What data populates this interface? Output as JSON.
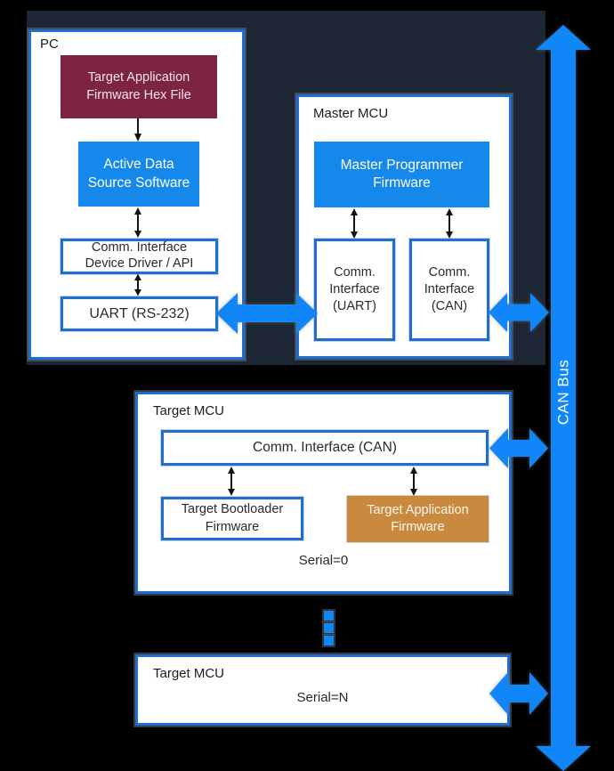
{
  "can_bus": {
    "label": "CAN Bus"
  },
  "pc": {
    "label": "PC",
    "hex_file": "Target Application\nFirmware Hex File",
    "data_source": "Active Data\nSource Software",
    "driver": "Comm. Interface\nDevice Driver / API",
    "uart": "UART (RS-232)"
  },
  "master_mcu": {
    "label": "Master MCU",
    "firmware": "Master Programmer\nFirmware",
    "comm_uart": "Comm.\nInterface\n(UART)",
    "comm_can": "Comm.\nInterface\n(CAN)"
  },
  "target_mcu_0": {
    "label": "Target MCU",
    "comm_can": "Comm. Interface (CAN)",
    "bootloader": "Target Bootloader\nFirmware",
    "app_firmware": "Target Application\nFirmware",
    "serial": "Serial=0"
  },
  "target_mcu_n": {
    "label": "Target MCU",
    "serial": "Serial=N"
  },
  "colors": {
    "accent_blue": "#1186f8",
    "fill_blue": "#1588ec",
    "border_blue": "#1d6fd2",
    "maroon": "#7d2443",
    "orange": "#c9893e",
    "navy_panel": "#1d2634",
    "background": "#000000"
  }
}
